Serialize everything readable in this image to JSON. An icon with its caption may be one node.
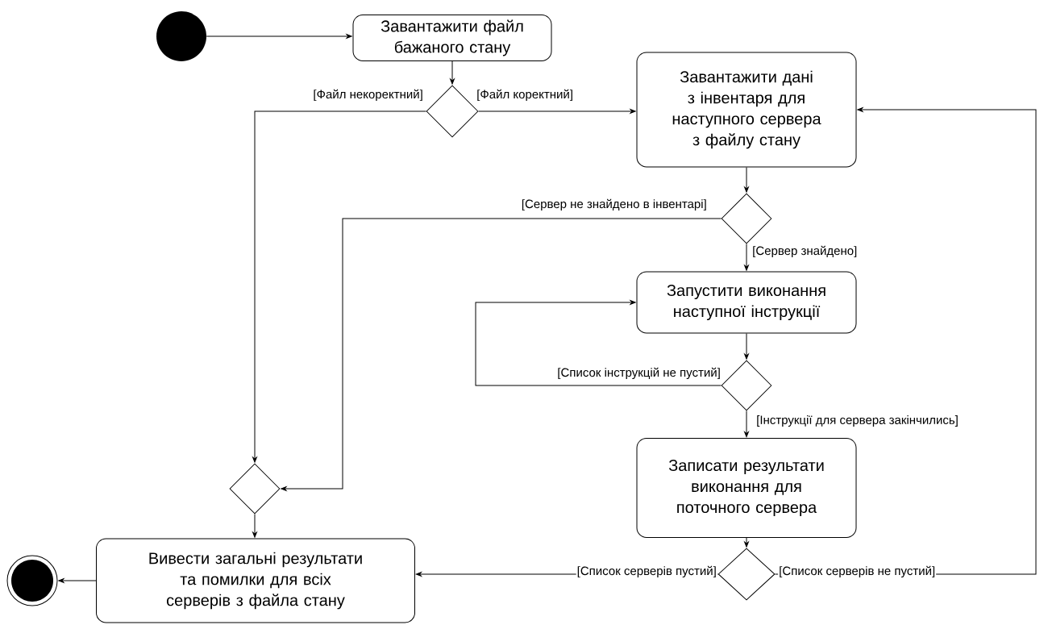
{
  "diagram": {
    "nodes": [
      {
        "text": [],
        "shape": "circle"
      },
      {
        "text": [
          "Завантажити файл бажаного стану"
        ]
      },
      {
        "text": [],
        "shape": "diamond"
      },
      {
        "text": [
          "Завантажити дані з інвентаря для наступного сервера з файлу стану"
        ]
      },
      {
        "text": [],
        "shape": "diamond"
      },
      {
        "text": [
          "Запустити виконання наступної інструкції"
        ]
      },
      {
        "text": [],
        "shape": "diamond"
      },
      {
        "text": [
          "Записати результати виконання для поточного сервера"
        ]
      },
      {
        "text": [],
        "shape": "diamond"
      },
      {
        "text": [],
        "shape": "diamond"
      },
      {
        "text": [
          "Вивести загальні результати та помилки для всіх серверів з файла стану"
        ]
      },
      {
        "text": [],
        "shape": "circle"
      }
    ],
    "edges": [
      {
        "from": 0,
        "to": 1,
        "arrow": "to"
      },
      {
        "from": 1,
        "to": 2,
        "arrow": "to"
      },
      {
        "from": 2,
        "to": 3,
        "arrow": "to",
        "label": "[Файл коректний]"
      },
      {
        "from": 2,
        "to": 9,
        "arrow": "to",
        "label": "[Файл некоректний]"
      },
      {
        "from": 3,
        "to": 4,
        "arrow": "to"
      },
      {
        "from": 4,
        "to": 9,
        "arrow": "to",
        "label": "[Сервер не знайдено в інвентарі]"
      },
      {
        "from": 4,
        "to": 5,
        "arrow": "to",
        "label": "[Сервер знайдено]"
      },
      {
        "from": 5,
        "to": 6,
        "arrow": "to"
      },
      {
        "from": 6,
        "to": 5,
        "arrow": "to",
        "label": "[Список інструкцій не пустий]"
      },
      {
        "from": 6,
        "to": 7,
        "arrow": "to",
        "label": "[Інструкції для сервера закінчились]"
      },
      {
        "from": 7,
        "to": 8,
        "arrow": "to"
      },
      {
        "from": 8,
        "to": 10,
        "arrow": "to",
        "label": "[Список серверів пустий]"
      },
      {
        "from": 8,
        "to": 3,
        "arrow": "to",
        "label": "[Список серверів не пустий]"
      },
      {
        "from": 9,
        "to": 10,
        "arrow": "to"
      },
      {
        "from": 10,
        "to": 11,
        "arrow": "to"
      }
    ]
  }
}
